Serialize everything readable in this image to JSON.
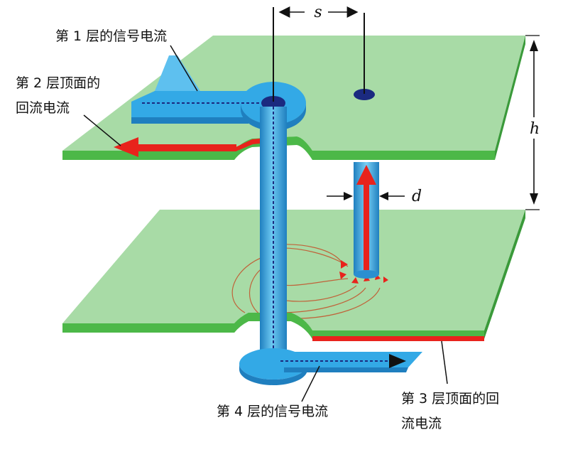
{
  "labels": {
    "layer1_signal": "第 1 层的信号电流",
    "layer2_return_line1": "第 2 层顶面的",
    "layer2_return_line2": "回流电流",
    "layer3_return_line1": "第 3 层顶面的回",
    "layer3_return_line2": "流电流",
    "layer4_signal": "第 4 层的信号电流"
  },
  "symbols": {
    "spacing": "s",
    "height": "h",
    "diameter": "d"
  },
  "colors": {
    "plane_fill": "#a8dba6",
    "plane_edge": "#4cb848",
    "trace_fill": "#33a9e6",
    "trace_dark": "#1f7fbf",
    "via_fill": "#2c9fe0",
    "return_current": "#e8231c",
    "pad_dark": "#1b2a80",
    "field_line": "#c0633a"
  }
}
